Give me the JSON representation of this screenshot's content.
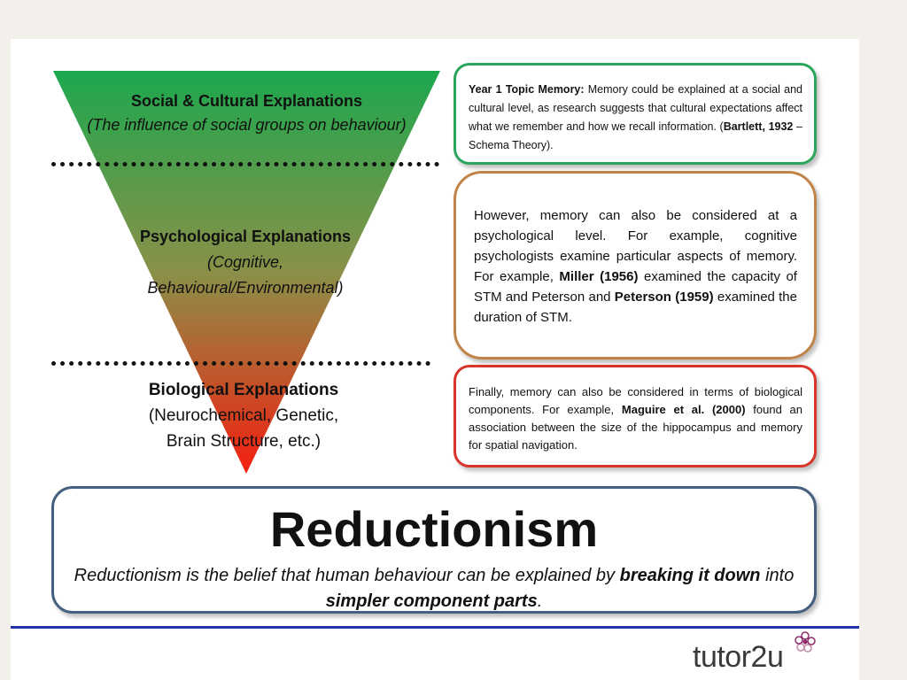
{
  "colors": {
    "triangle_top": "#1da84e",
    "triangle_bottom": "#f41f10",
    "green_border": "#2aa55b",
    "brown_border": "#c18448",
    "red_border": "#d9342b",
    "reduct_border": "#44607e",
    "rule": "#2233aa"
  },
  "levels": [
    {
      "title": "Social & Cultural Explanations",
      "subtitle": "(The influence of social groups on behaviour)"
    },
    {
      "title": "Psychological Explanations",
      "subtitle_line1": "(Cognitive,",
      "subtitle_line2": "Behavioural/Environmental)"
    },
    {
      "title": "Biological Explanations",
      "subtitle_line1": "(Neurochemical, Genetic,",
      "subtitle_line2": "Brain Structure, etc.)"
    }
  ],
  "boxes": {
    "green": {
      "bold1": "Year 1 Topic Memory:",
      "text1": " Memory could be explained at a social and cultural level, as research suggests that cultural expectations affect what we remember and how we recall information. (",
      "bold2": "Bartlett, 1932",
      "text2": " – Schema Theory)."
    },
    "brown": {
      "text1": "However, memory can also be considered at a psychological level. For example, cognitive psychologists examine particular aspects of memory. For example, ",
      "bold1": "Miller (1956)",
      "text2": " examined the capacity of STM and Peterson and ",
      "bold2": "Peterson (1959)",
      "text3": " examined the duration of STM."
    },
    "red": {
      "text1": "Finally, memory can also be considered in terms of biological components. For example, ",
      "bold1": "Maguire et al. (2000)",
      "text2": " found an association between the size of the hippocampus and memory  for spatial navigation."
    }
  },
  "reductionism": {
    "title": "Reductionism",
    "def1": "Reductionism is the belief that human behaviour can be explained by ",
    "bold1": "breaking it down",
    "def2": " into ",
    "bold2": "simpler component parts",
    "def3": "."
  },
  "logo": {
    "text": "tutor2u",
    "icon": "flower-icon"
  }
}
